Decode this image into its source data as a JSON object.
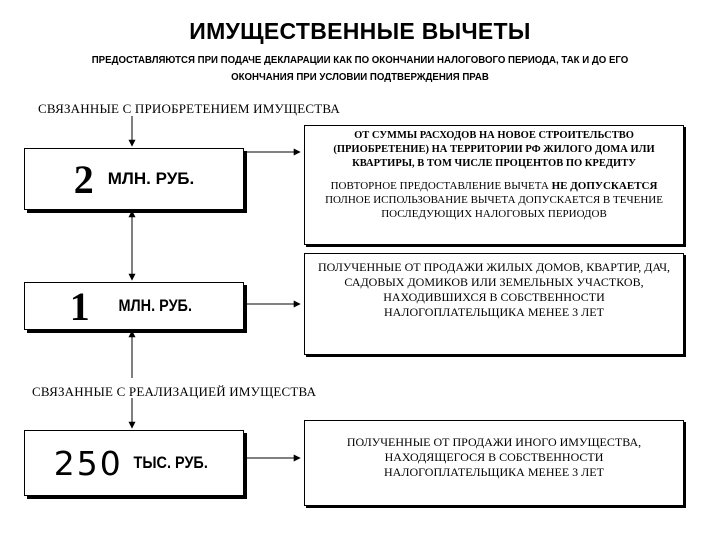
{
  "title": "ИМУЩЕСТВЕННЫЕ ВЫЧЕТЫ",
  "subtitle": "ПРЕДОСТАВЛЯЮТСЯ ПРИ ПОДАЧЕ ДЕКЛАРАЦИИ КАК ПО ОКОНЧАНИИ НАЛОГОВОГО ПЕРИОДА, ТАК И ДО ЕГО ОКОНЧАНИЯ ПРИ УСЛОВИИ ПОДТВЕРЖДЕНИЯ ПРАВ",
  "sections": {
    "acquisition_label": "СВЯЗАННЫЕ С ПРИОБРЕТЕНИЕМ ИМУЩЕСТВА",
    "sale_label": "СВЯЗАННЫЕ С РЕАЛИЗАЦИЕЙ ИМУЩЕСТВА"
  },
  "boxes": [
    {
      "amount_number": "2",
      "amount_unit": "МЛН. РУБ.",
      "description_main": "ОТ СУММЫ РАСХОДОВ НА НОВОЕ СТРОИТЕЛЬСТВО (ПРИОБРЕТЕНИЕ) НА ТЕРРИТОРИИ РФ ЖИЛОГО ДОМА ИЛИ КВАРТИРЫ, В ТОМ ЧИСЛЕ ПРОЦЕНТОВ ПО КРЕДИТУ",
      "note_prefix": "ПОВТОРНОЕ ПРЕДОСТАВЛЕНИЕ ВЫЧЕТА ",
      "note_emphasis": "НЕ ДОПУСКАЕТСЯ",
      "note_rest": "ПОЛНОЕ ИСПОЛЬЗОВАНИЕ ВЫЧЕТА ДОПУСКАЕТСЯ В ТЕЧЕНИЕ ПОСЛЕДУЮЩИХ НАЛОГОВЫХ ПЕРИОДОВ"
    },
    {
      "amount_number": "1",
      "amount_unit": "МЛН. РУБ.",
      "description": "ПОЛУЧЕННЫЕ ОТ ПРОДАЖИ ЖИЛЫХ ДОМОВ, КВАРТИР, ДАЧ, САДОВЫХ ДОМИКОВ ИЛИ ЗЕМЕЛЬНЫХ УЧАСТКОВ, НАХОДИВШИХСЯ В СОБСТВЕННОСТИ НАЛОГОПЛАТЕЛЬЩИКА МЕНЕЕ 3 ЛЕТ"
    },
    {
      "amount_number": "250",
      "amount_unit": "ТЫС. РУБ.",
      "description": "ПОЛУЧЕННЫЕ ОТ ПРОДАЖИ ИНОГО ИМУЩЕСТВА, НАХОДЯЩЕГОСЯ В СОБСТВЕННОСТИ НАЛОГОПЛАТЕЛЬЩИКА МЕНЕЕ 3 ЛЕТ"
    }
  ]
}
